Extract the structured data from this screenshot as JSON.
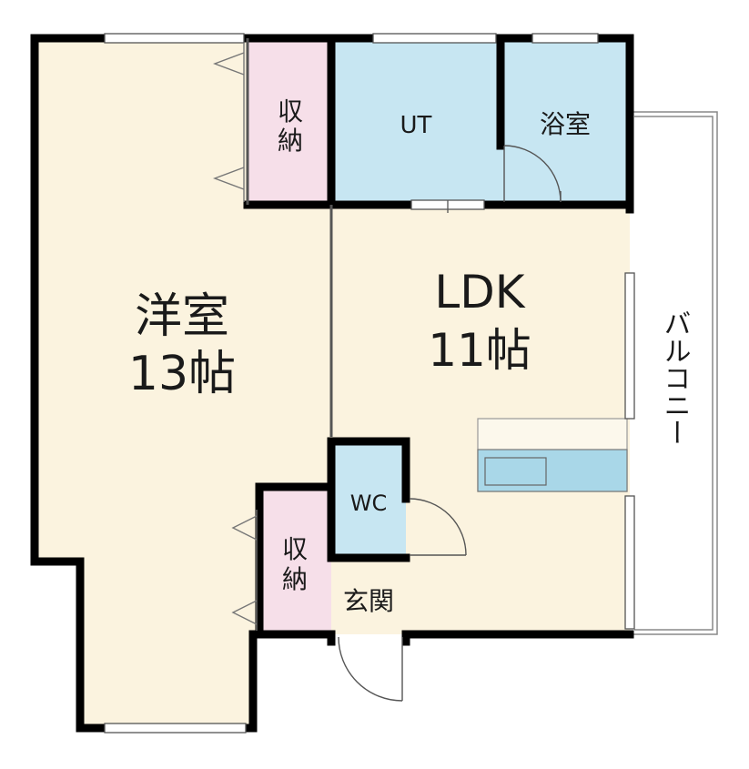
{
  "rooms": {
    "western": {
      "name": "洋室",
      "size": "13帖"
    },
    "ldk": {
      "name": "LDK",
      "size": "11帖"
    },
    "closet_top": {
      "line1": "収",
      "line2": "納"
    },
    "closet_bottom": {
      "line1": "収",
      "line2": "納"
    },
    "utility": "UT",
    "bath": "浴室",
    "toilet": "WC",
    "entrance": "玄関",
    "balcony": "バルコニー"
  },
  "colors": {
    "floor": "#fbf3df",
    "wet_area": "#c7e6f2",
    "storage": "#f6dfe9",
    "wall": "#000000",
    "kitchen": "#a9d7e8"
  }
}
